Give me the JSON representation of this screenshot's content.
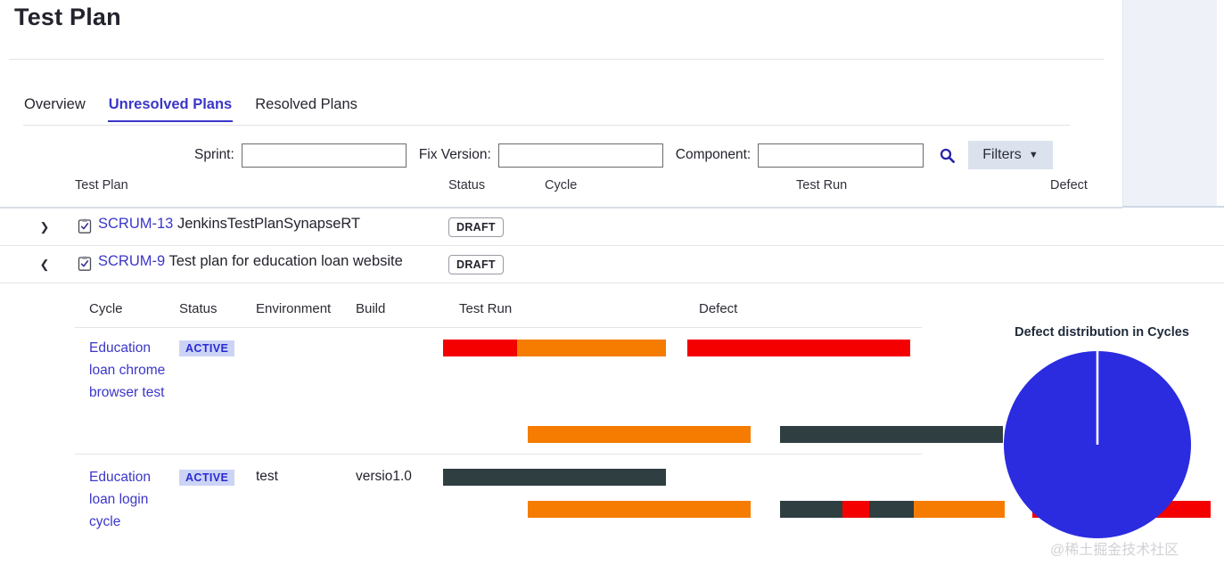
{
  "page": {
    "title": "Test Plan",
    "watermark": "@稀土掘金技术社区"
  },
  "tabs": [
    {
      "label": "Overview",
      "active": false
    },
    {
      "label": "Unresolved Plans",
      "active": true
    },
    {
      "label": "Resolved Plans",
      "active": false
    }
  ],
  "filters": {
    "sprint_label": "Sprint:",
    "sprint_value": "",
    "sprint_placeholder": "",
    "fix_version_label": "Fix Version:",
    "fix_version_value": "",
    "fix_version_placeholder": "",
    "component_label": "Component:",
    "component_value": "",
    "component_placeholder": "",
    "search_icon": "search-icon",
    "filters_button": "Filters",
    "filters_chevron": "chevron-down-icon"
  },
  "table": {
    "columns": [
      "Test Plan",
      "Status",
      "Cycle",
      "Test Run",
      "Defect"
    ],
    "rows": [
      {
        "expanded": false,
        "caret": "chevron-right-icon",
        "icon": "test-plan-clipboard-icon",
        "key": "SCRUM-13",
        "summary": "JenkinsTestPlanSynapseRT",
        "status": "DRAFT",
        "cycle_bar": [
          {
            "color": "#F57C00",
            "pct": 100
          }
        ],
        "testrun_bar": [
          {
            "color": "#2F3E40",
            "pct": 100
          }
        ],
        "defect_bar": []
      },
      {
        "expanded": true,
        "caret": "chevron-down-icon",
        "icon": "test-plan-clipboard-icon",
        "key": "SCRUM-9",
        "summary": "Test plan for education loan website",
        "status": "DRAFT",
        "cycle_bar": [
          {
            "color": "#F57C00",
            "pct": 100
          }
        ],
        "testrun_bar": [
          {
            "color": "#2F3E40",
            "pct": 27.8
          },
          {
            "color": "#F40000",
            "pct": 11.9
          },
          {
            "color": "#2F3E40",
            "pct": 19.8
          },
          {
            "color": "#F57C00",
            "pct": 40.5
          }
        ],
        "defect_bar": [
          {
            "color": "#F40000",
            "pct": 100
          }
        ]
      }
    ]
  },
  "subtable": {
    "columns": [
      "Cycle",
      "Status",
      "Environment",
      "Build",
      "Test Run",
      "Defect"
    ],
    "rows": [
      {
        "cycle": "Education loan chrome browser test",
        "status": "ACTIVE",
        "environment": "",
        "build": "",
        "testrun_bar": [
          {
            "color": "#F40000",
            "pct": 33.2
          },
          {
            "color": "#F57C00",
            "pct": 66.8
          }
        ],
        "defect_bar": [
          {
            "color": "#F40000",
            "pct": 100
          }
        ]
      },
      {
        "cycle": "Education loan login cycle",
        "status": "ACTIVE",
        "environment": "test",
        "build": "versio1.0",
        "testrun_bar": [
          {
            "color": "#2F3E40",
            "pct": 100
          }
        ],
        "defect_bar": []
      }
    ]
  },
  "chart_data": {
    "type": "pie",
    "title": "Defect distribution in Cycles",
    "labels": [
      "Education loan chrome browser test"
    ],
    "values": [
      100
    ],
    "colors": [
      "#2B2BE0"
    ],
    "legend": "none",
    "slice_border_color": "#ffffff"
  },
  "colors": {
    "accent": "#3B36C8",
    "orange": "#F57C00",
    "red": "#F40000",
    "dark": "#2F3E40",
    "pie_blue": "#2B2BE0",
    "badge_bg": "#CCD4F5",
    "filters_bg": "#DBE2EE"
  }
}
